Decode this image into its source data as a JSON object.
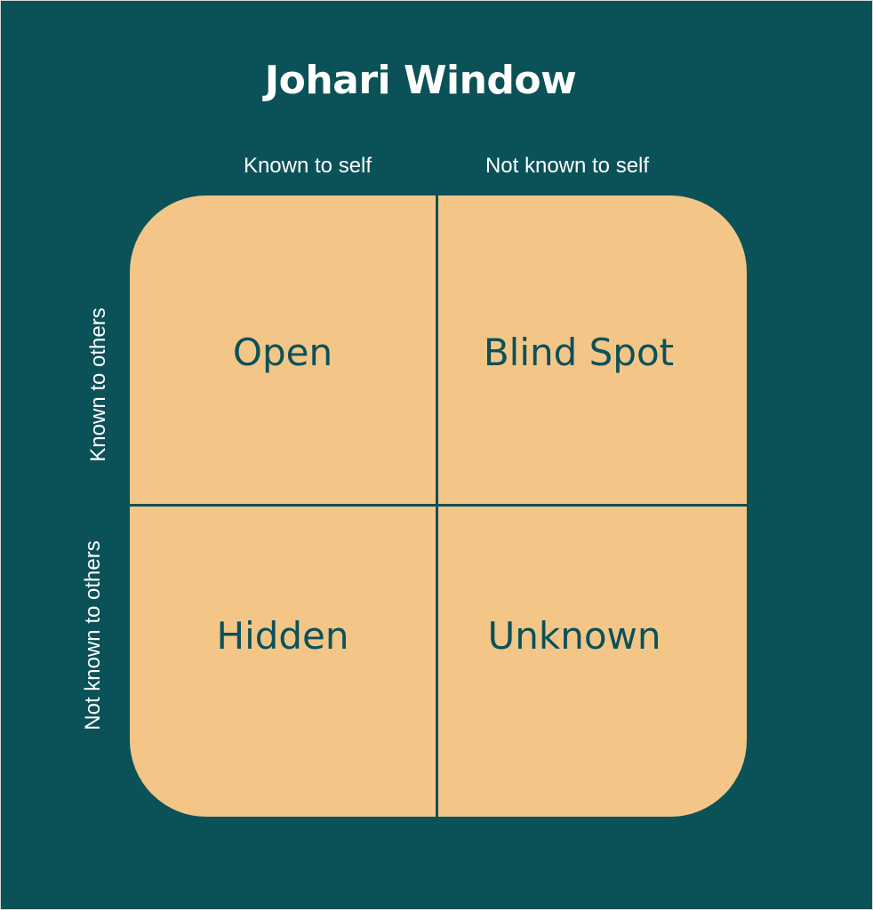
{
  "title": "Johari Window",
  "columns": {
    "known_to_self": "Known to self",
    "not_known_to_self": "Not known to self"
  },
  "rows": {
    "known_to_others": "Known to others",
    "not_known_to_others": "Not known to others"
  },
  "quadrants": {
    "open": "Open",
    "blind_spot": "Blind Spot",
    "hidden": "Hidden",
    "unknown": "Unknown"
  },
  "colors": {
    "background": "#0b5158",
    "quadrant_fill": "#f3c687",
    "text_light": "#ffffff",
    "text_dark": "#0b5158"
  }
}
